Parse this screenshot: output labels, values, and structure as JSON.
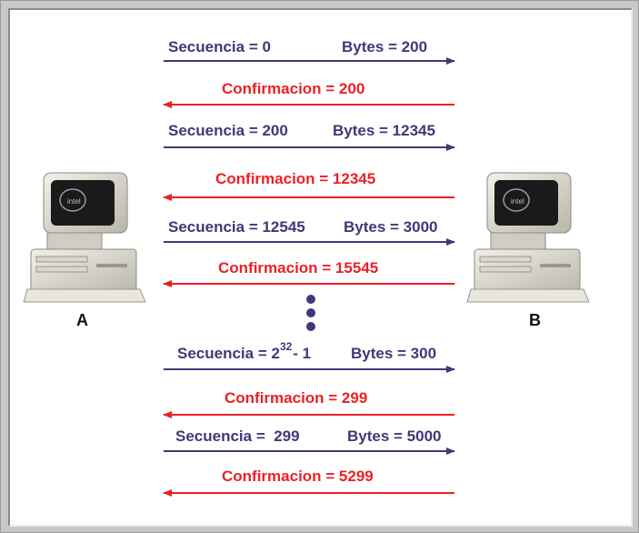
{
  "nodes": {
    "left": "A",
    "right": "B"
  },
  "colors": {
    "sequence": "#3c3a78",
    "ack": "#ec2026"
  },
  "messages": [
    {
      "direction": "A-to-B",
      "seq": "Secuencia = 0",
      "bytes": "Bytes = 200"
    },
    {
      "direction": "B-to-A",
      "ack": "Confirmacion = 200"
    },
    {
      "direction": "A-to-B",
      "seq": "Secuencia = 200",
      "bytes": "Bytes = 12345"
    },
    {
      "direction": "B-to-A",
      "ack": "Confirmacion = 12345"
    },
    {
      "direction": "A-to-B",
      "seq": "Secuencia = 12545",
      "bytes": "Bytes = 3000"
    },
    {
      "direction": "B-to-A",
      "ack": "Confirmacion = 15545"
    },
    {
      "direction": "A-to-B",
      "seq_prefix": "Secuencia = 2",
      "seq_sup": "32",
      "seq_suffix": "- 1",
      "bytes": "Bytes = 300"
    },
    {
      "direction": "B-to-A",
      "ack": "Confirmacion = 299"
    },
    {
      "direction": "A-to-B",
      "seq": "Secuencia =  299",
      "bytes": "Bytes = 5000"
    },
    {
      "direction": "B-to-A",
      "ack": "Confirmacion = 5299"
    }
  ],
  "ellipsis_icon": "vertical-dots"
}
